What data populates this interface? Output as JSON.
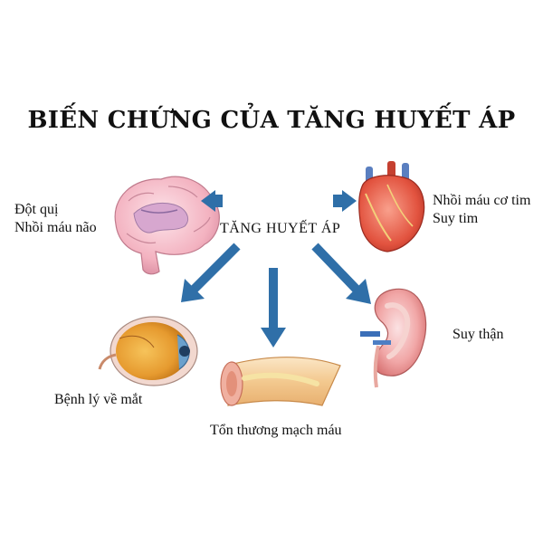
{
  "title": "BIẾN CHỨNG CỦA TĂNG HUYẾT ÁP",
  "center": "TĂNG HUYẾT ÁP",
  "nodes": {
    "brain": {
      "line1": "Đột quị",
      "line2": "Nhồi máu não"
    },
    "heart": {
      "line1": "Nhồi máu cơ tim",
      "line2": "Suy tim"
    },
    "kidney": {
      "line1": "Suy thận"
    },
    "eye": {
      "line1": "Bệnh lý về mắt"
    },
    "vessel": {
      "line1": "Tổn thương mạch máu"
    }
  },
  "colors": {
    "arrow": "#2f6fa8",
    "text": "#111111"
  },
  "icons": [
    "brain-icon",
    "heart-icon",
    "kidney-icon",
    "eye-icon",
    "blood-vessel-icon"
  ]
}
